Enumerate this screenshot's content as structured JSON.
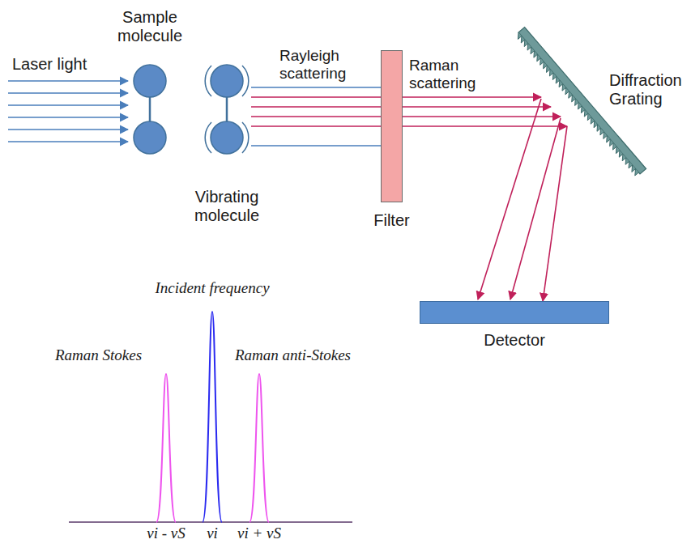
{
  "diagram": {
    "nodes": [
      {
        "text": [
          "Sample molecule"
        ]
      },
      {
        "text": [
          "Vibrating molecule"
        ]
      },
      {
        "text": [
          "Filter"
        ]
      },
      {
        "text": [
          "Diffraction Grating"
        ]
      },
      {
        "text": [
          "Detector"
        ]
      }
    ],
    "edges": [
      {
        "from": 1,
        "to": 2,
        "arrow": "none"
      },
      {
        "from": 2,
        "to": 3,
        "arrow": "to"
      },
      {
        "from": 3,
        "to": 4,
        "arrow": "to"
      }
    ],
    "labels": [
      "Laser light",
      "Rayleigh scattering",
      "Raman scattering",
      "Incident frequency",
      "Raman Stokes",
      "Raman anti-Stokes",
      "νi - νS",
      "νi",
      "νi + νS"
    ]
  }
}
